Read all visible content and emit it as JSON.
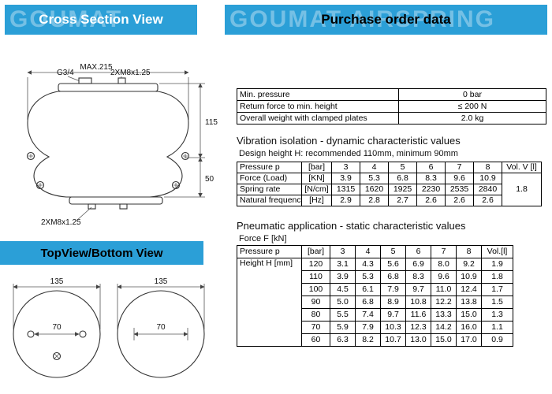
{
  "headers": {
    "cross_section": "Cross Section View",
    "purchase_order": "Purchase order data",
    "top_view": "TopView/Bottom View",
    "watermark_left": "GOUMAT",
    "watermark_right": "GOUMAT AIRSPRING"
  },
  "colors": {
    "header_blue": "#2b9fd7",
    "watermark": "rgba(255,255,255,0.35)"
  },
  "purchase_table": {
    "rows": [
      {
        "label": "Min. pressure",
        "value": "0 bar"
      },
      {
        "label": "Return force to min. height",
        "value": "≤ 200 N"
      },
      {
        "label": "Overall weight with clamped plates",
        "value": "2.0 kg"
      }
    ]
  },
  "dynamic_section": {
    "title": "Vibration isolation - dynamic characteristic values",
    "subtitle": "Design height H: recommended 110mm, minimum 90mm",
    "table": {
      "header": [
        "Pressure p",
        "[bar]",
        "3",
        "4",
        "5",
        "6",
        "7",
        "8",
        "Vol. V [l]"
      ],
      "rows": [
        {
          "label": "Force (Load)",
          "unit": "[KN]",
          "values": [
            "3.9",
            "5.3",
            "6.8",
            "8.3",
            "9.6",
            "10.9"
          ]
        },
        {
          "label": "Spring rate",
          "unit": "[N/cm]",
          "values": [
            "1315",
            "1620",
            "1925",
            "2230",
            "2535",
            "2840"
          ]
        },
        {
          "label": "Natural frequency",
          "unit": "[Hz]",
          "values": [
            "2.9",
            "2.8",
            "2.7",
            "2.6",
            "2.6",
            "2.6"
          ]
        }
      ],
      "volume": "1.8"
    }
  },
  "static_section": {
    "title": "Pneumatic application - static characteristic values",
    "subtitle": "Force F [kN]",
    "table": {
      "header": [
        "Pressure p",
        "[bar]",
        "3",
        "4",
        "5",
        "6",
        "7",
        "8",
        "Vol.[l]"
      ],
      "row_label": "Height H [mm]",
      "rows": [
        {
          "height": "120",
          "values": [
            "3.1",
            "4.3",
            "5.6",
            "6.9",
            "8.0",
            "9.2"
          ],
          "vol": "1.9"
        },
        {
          "height": "110",
          "values": [
            "3.9",
            "5.3",
            "6.8",
            "8.3",
            "9.6",
            "10.9"
          ],
          "vol": "1.8"
        },
        {
          "height": "100",
          "values": [
            "4.5",
            "6.1",
            "7.9",
            "9.7",
            "11.0",
            "12.4"
          ],
          "vol": "1.7"
        },
        {
          "height": "90",
          "values": [
            "5.0",
            "6.8",
            "8.9",
            "10.8",
            "12.2",
            "13.8"
          ],
          "vol": "1.5"
        },
        {
          "height": "80",
          "values": [
            "5.5",
            "7.4",
            "9.7",
            "11.6",
            "13.3",
            "15.0"
          ],
          "vol": "1.3"
        },
        {
          "height": "70",
          "values": [
            "5.9",
            "7.9",
            "10.3",
            "12.3",
            "14.2",
            "16.0"
          ],
          "vol": "1.1"
        },
        {
          "height": "60",
          "values": [
            "6.3",
            "8.2",
            "10.7",
            "13.0",
            "15.0",
            "17.0"
          ],
          "vol": "0.9"
        }
      ]
    }
  },
  "drawing": {
    "cross_section": {
      "max_width": "MAX.215",
      "port_thread": "G3/4",
      "top_bolts": "2XM8x1.25",
      "bottom_bolts": "2XM8x1.25",
      "total_height": "115",
      "lower_height": "50"
    },
    "top_view": {
      "left_diameter": "135",
      "left_bolt_spacing": "70",
      "right_diameter": "135",
      "right_bolt_spacing": "70"
    }
  }
}
